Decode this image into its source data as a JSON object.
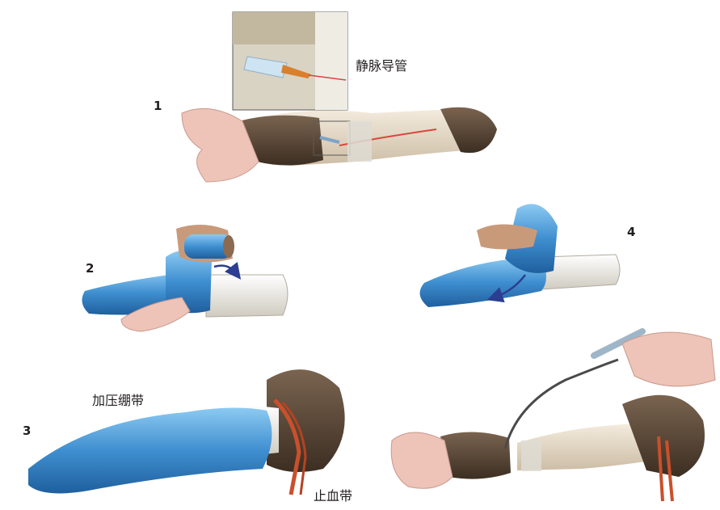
{
  "labels": {
    "catheter": "静脉导管",
    "compression_bandage": "加压绷带",
    "tourniquet": "止血带"
  },
  "steps": [
    "1",
    "2",
    "3",
    "4"
  ],
  "colors": {
    "bandage_blue": "#3f8fd0",
    "bandage_light": "#74b8ea",
    "skin": "#eec3b8",
    "fur": "#5a4838",
    "shaved_leg": "#e8dcc8",
    "tourniquet_red": "#c9502b",
    "arrow_blue": "#2c3e91",
    "white_wrap": "#f2f0ea"
  }
}
